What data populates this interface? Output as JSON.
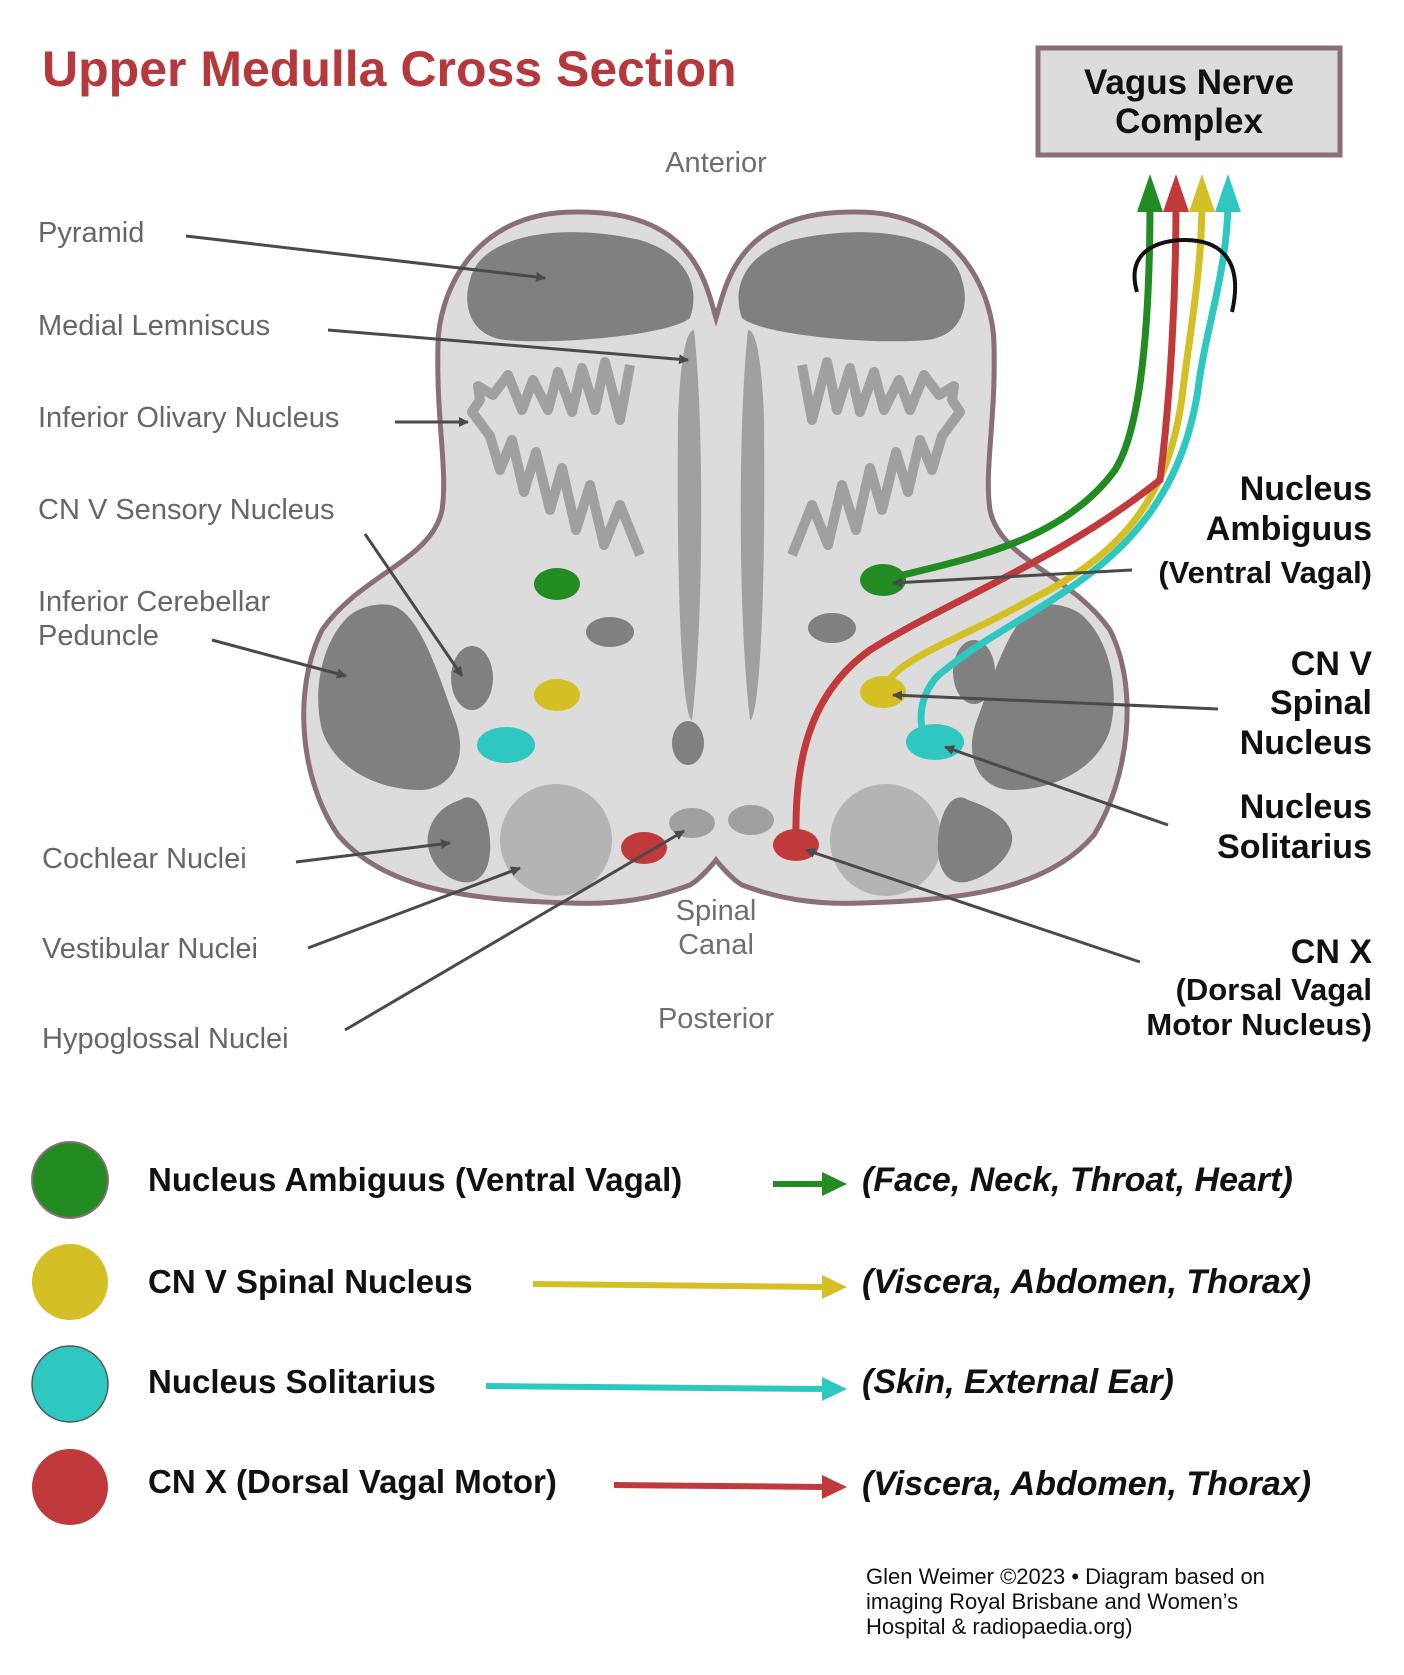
{
  "title": "Upper Medulla Cross Section",
  "box": {
    "line1": "Vagus Nerve",
    "line2": "Complex"
  },
  "orientation": {
    "anterior": "Anterior",
    "posterior": "Posterior",
    "canal1": "Spinal",
    "canal2": "Canal"
  },
  "left_labels": {
    "pyramid": "Pyramid",
    "medial_lemniscus": "Medial Lemniscus",
    "olivary": "Inferior Olivary Nucleus",
    "cnv_sensory": "CN V Sensory Nucleus",
    "icp1": "Inferior Cerebellar",
    "icp2": "Peduncle",
    "cochlear": "Cochlear Nuclei",
    "vestibular": "Vestibular Nuclei",
    "hypoglossal": "Hypoglossal Nuclei"
  },
  "right_labels": {
    "ambiguus1": "Nucleus",
    "ambiguus2": "Ambiguus",
    "ambiguus3": "(Ventral Vagal)",
    "cnv1": "CN V",
    "cnv2": "Spinal",
    "cnv3": "Nucleus",
    "solitarius1": "Nucleus",
    "solitarius2": "Solitarius",
    "cnx1": "CN X",
    "cnx2": "(Dorsal Vagal",
    "cnx3": "Motor Nucleus)"
  },
  "legend": [
    {
      "label": "Nucleus Ambiguus  (Ventral Vagal)",
      "target": "(Face, Neck, Throat, Heart)",
      "color": "#228B22"
    },
    {
      "label": "CN V Spinal Nucleus",
      "target": "(Viscera, Abdomen, Thorax)",
      "color": "#D4C025"
    },
    {
      "label": "Nucleus Solitarius",
      "target": "(Skin, External Ear)",
      "color": "#2EC8C0"
    },
    {
      "label": "CN X (Dorsal Vagal Motor)",
      "target": "(Viscera, Abdomen, Thorax)",
      "color": "#C0393B"
    }
  ],
  "credit": {
    "line1": "Glen Weimer ©2023 • Diagram based on",
    "line2": "imaging Royal Brisbane and Women’s",
    "line3": "Hospital & radiopaedia.org)"
  },
  "colors": {
    "title": "#B5393C",
    "outline": "#8A6F78",
    "body_fill": "#DCDCDC",
    "dark_gray": "#808080",
    "mid_gray": "#A0A0A0",
    "light_gray": "#B4B4B4",
    "green": "#228B22",
    "yellow": "#D4C025",
    "cyan": "#2EC8C0",
    "red": "#C0393B"
  }
}
